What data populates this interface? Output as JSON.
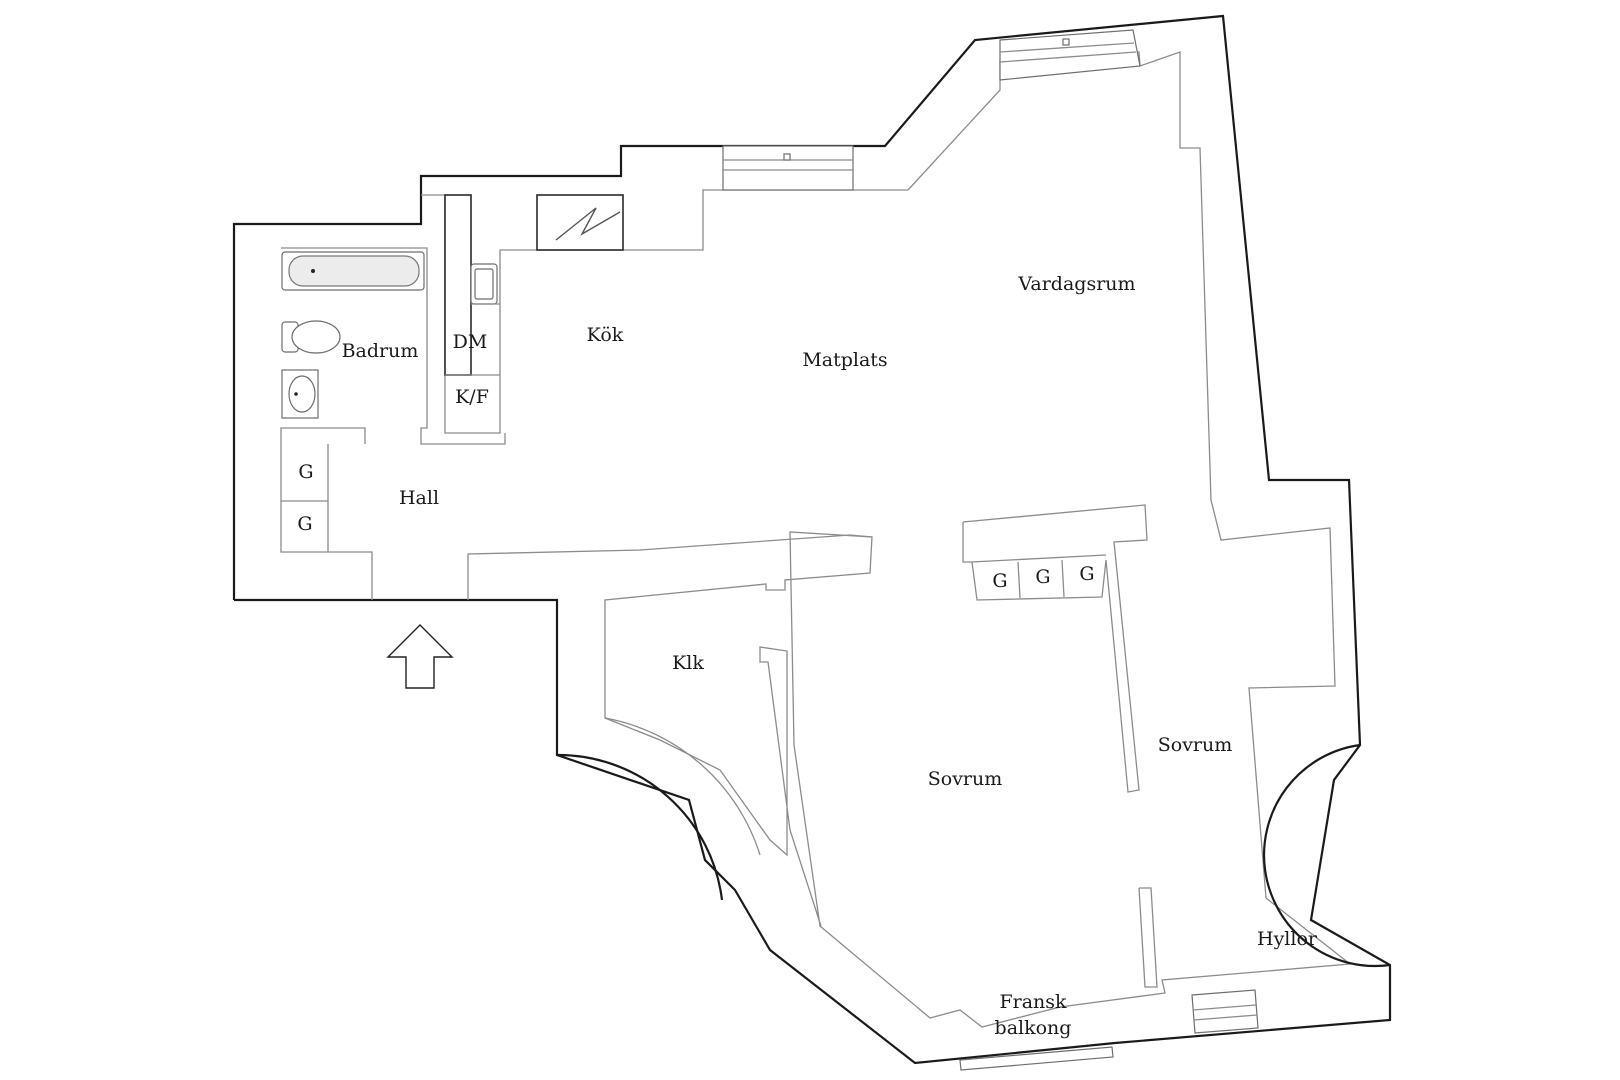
{
  "rooms": {
    "vardagsrum": "Vardagsrum",
    "kok": "Kök",
    "matplats": "Matplats",
    "badrum": "Badrum",
    "dm": "DM",
    "kf": "K/F",
    "hall": "Hall",
    "klk": "Klk",
    "sovrum_main": "Sovrum",
    "sovrum_right": "Sovrum",
    "hyllor": "Hyllor",
    "fransk_line1": "Fransk",
    "fransk_line2": "balkong"
  },
  "wardrobes": {
    "hall_1": "G",
    "hall_2": "G",
    "bed_1": "G",
    "bed_2": "G",
    "bed_3": "G"
  },
  "colors": {
    "outer_wall": "#1a1a1a",
    "inner_wall": "#8c8c8c",
    "background": "#ffffff"
  }
}
